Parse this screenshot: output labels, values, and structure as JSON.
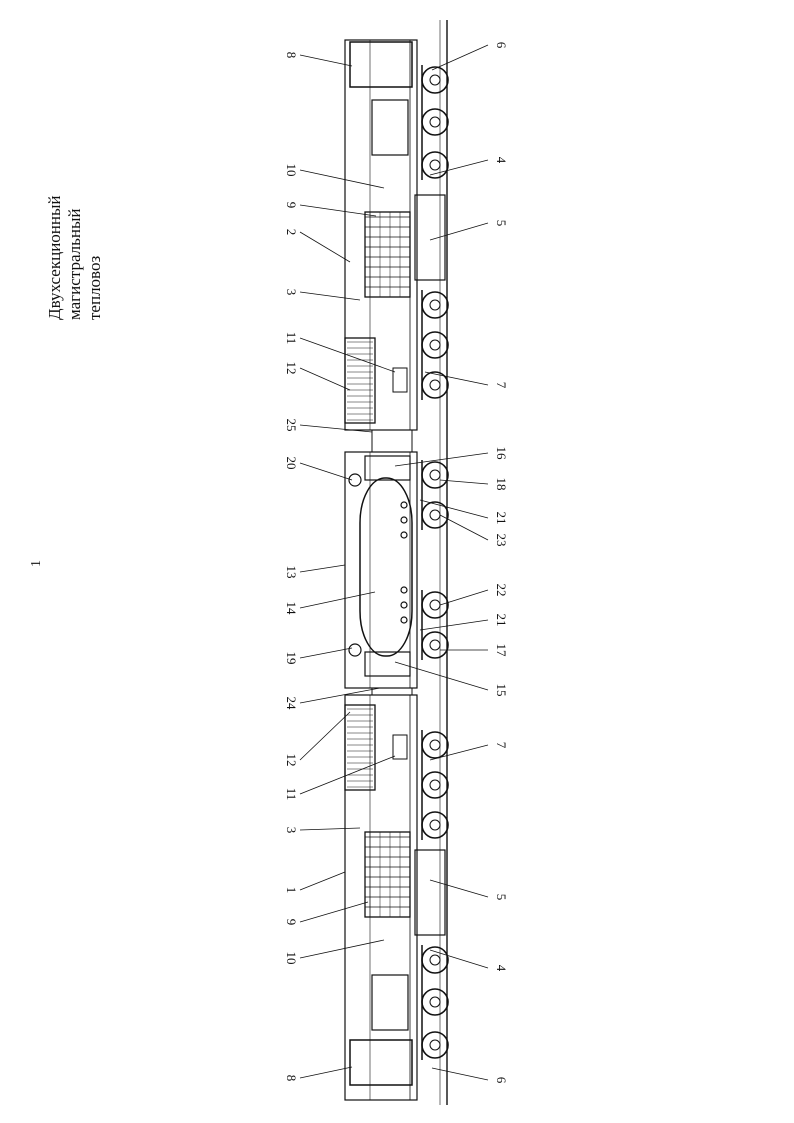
{
  "title": {
    "lines": [
      "Двухсекционный",
      "магистральный",
      "тепловоз"
    ]
  },
  "figure_number": "1",
  "callouts_left": [
    "8",
    "10",
    "9",
    "2",
    "3",
    "11",
    "12",
    "25",
    "20",
    "13",
    "14",
    "19",
    "24",
    "12",
    "11",
    "3",
    "1",
    "9",
    "10",
    "8"
  ],
  "callouts_right": [
    "6",
    "4",
    "5",
    "7",
    "16",
    "18",
    "21",
    "23",
    "22",
    "21",
    "17",
    "15",
    "7",
    "5",
    "4",
    "6"
  ]
}
